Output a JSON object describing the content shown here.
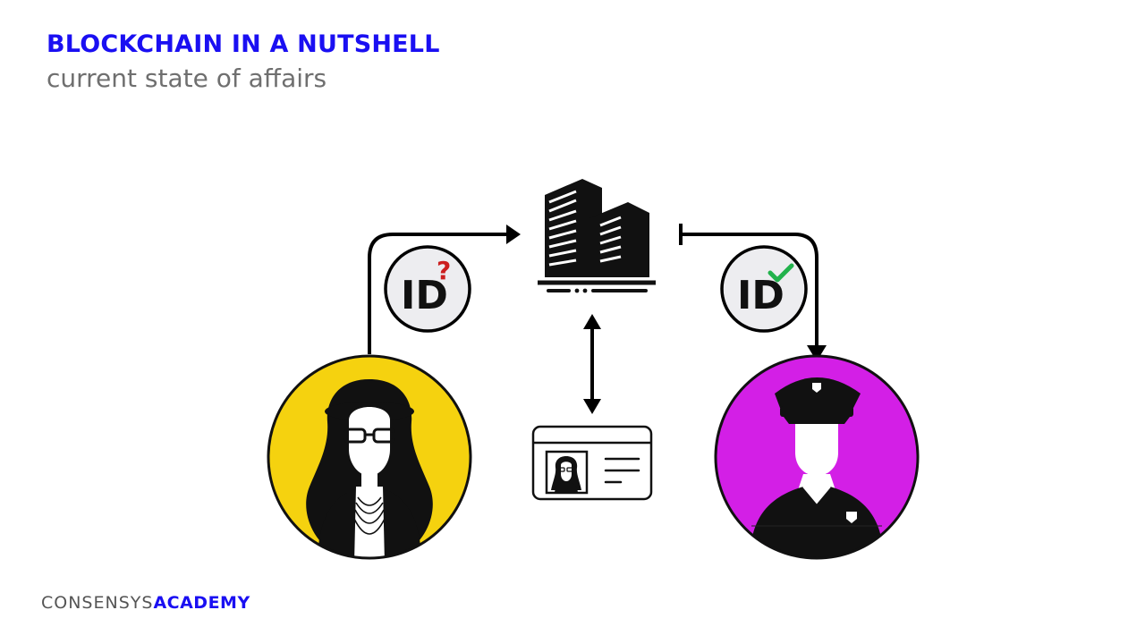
{
  "header": {
    "title": "BLOCKCHAIN IN A NUTSHELL",
    "subtitle": "current state of affairs"
  },
  "diagram": {
    "id_request_badge": {
      "text": "ID",
      "mark": "?"
    },
    "id_verified_badge": {
      "text": "ID",
      "mark": "checkmark-icon"
    },
    "colors": {
      "person_circle": "#f5d20f",
      "officer_circle": "#d31fe6",
      "badge_fill": "#ededf0",
      "question_mark": "#cc1f1f",
      "checkmark": "#22b24c"
    }
  },
  "footer": {
    "brand": "CONSENSYS",
    "academy": "ACADEMY"
  }
}
